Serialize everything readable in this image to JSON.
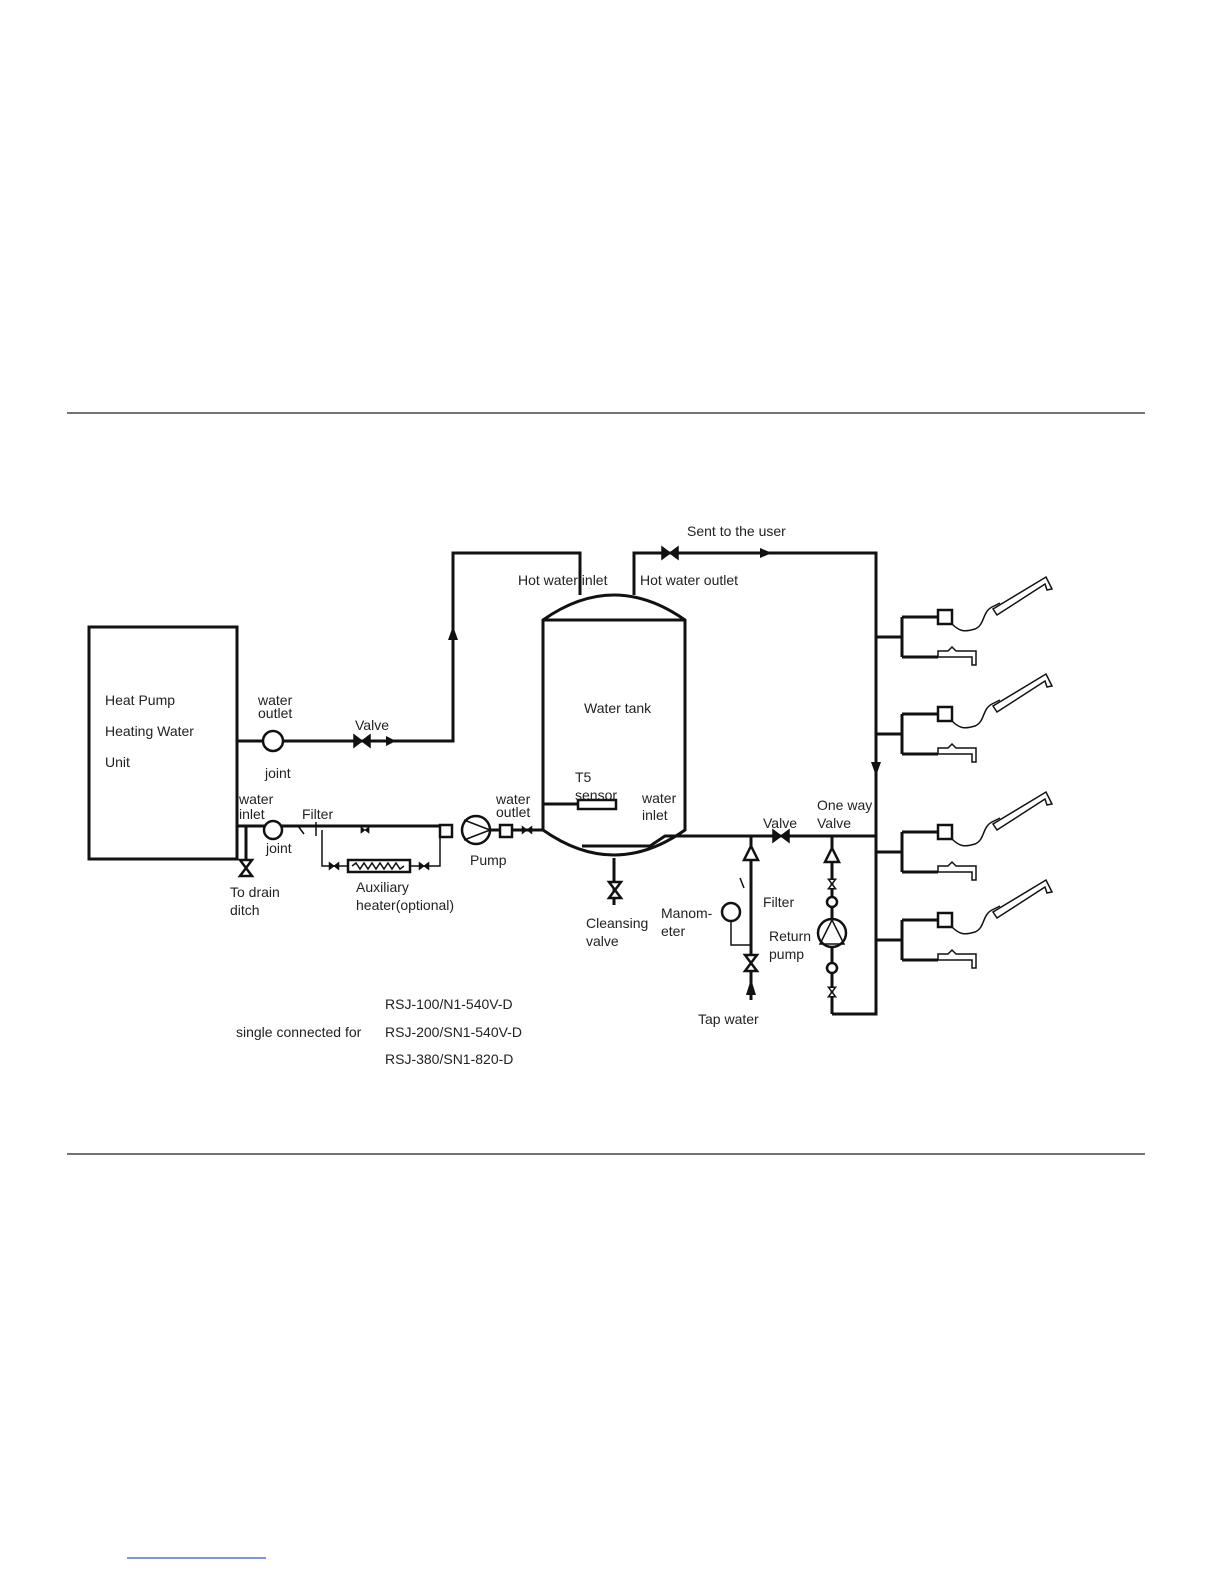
{
  "diagram": {
    "unit": [
      "Heat Pump",
      "Heating Water",
      "Unit"
    ],
    "labels": {
      "water_outlet_1": "water",
      "water_outlet_2": "outlet",
      "joint": "joint",
      "joint_small": "joint",
      "valve_top": "Valve",
      "water_inlet_1": "water",
      "water_inlet_2": "inlet",
      "filter_left": "Filter",
      "to_drain_1": "To drain",
      "to_drain_2": "ditch",
      "aux_1": "Auxiliary",
      "aux_2": "heater(optional)",
      "pump": "Pump",
      "tank_outlet_1": "water",
      "tank_outlet_2": "outlet",
      "t5_1": "T5",
      "t5_2": "sensor",
      "tank_inlet_1": "water",
      "tank_inlet_2": "inlet",
      "water_tank": "Water tank",
      "hot_inlet": "Hot water inlet",
      "hot_outlet": "Hot water outlet",
      "sent_user": "Sent to the user",
      "cleansing_1": "Cleansing",
      "cleansing_2": "valve",
      "manometer_1": "Manom-",
      "manometer_2": "eter",
      "filter_right": "Filter",
      "valve_right": "Valve",
      "one_way_1": "One way",
      "one_way_2": "Valve",
      "return_1": "Return",
      "return_2": "pump",
      "tap_water": "Tap water"
    },
    "caption": {
      "prefix": "single connected for",
      "models": [
        "RSJ-100/N1-540V-D",
        "RSJ-200/SN1-540V-D",
        "RSJ-380/SN1-820-D"
      ]
    }
  }
}
